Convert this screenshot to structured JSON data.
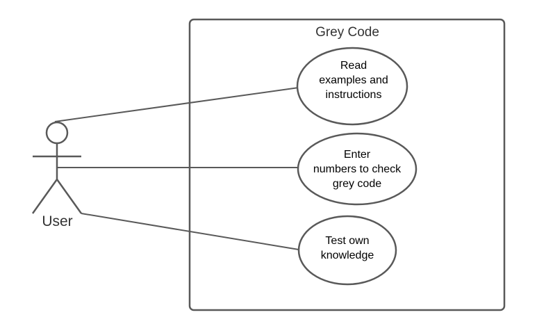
{
  "colors": {
    "stroke": "#595959",
    "text": "#000000",
    "background": "#ffffff"
  },
  "system": {
    "title": "Grey Code"
  },
  "actor": {
    "name": "User"
  },
  "use_cases": [
    {
      "lines": [
        "Read",
        "examples and",
        "instructions"
      ]
    },
    {
      "lines": [
        "Enter",
        "numbers to check",
        "grey code"
      ]
    },
    {
      "lines": [
        "Test own",
        "knowledge"
      ]
    }
  ]
}
